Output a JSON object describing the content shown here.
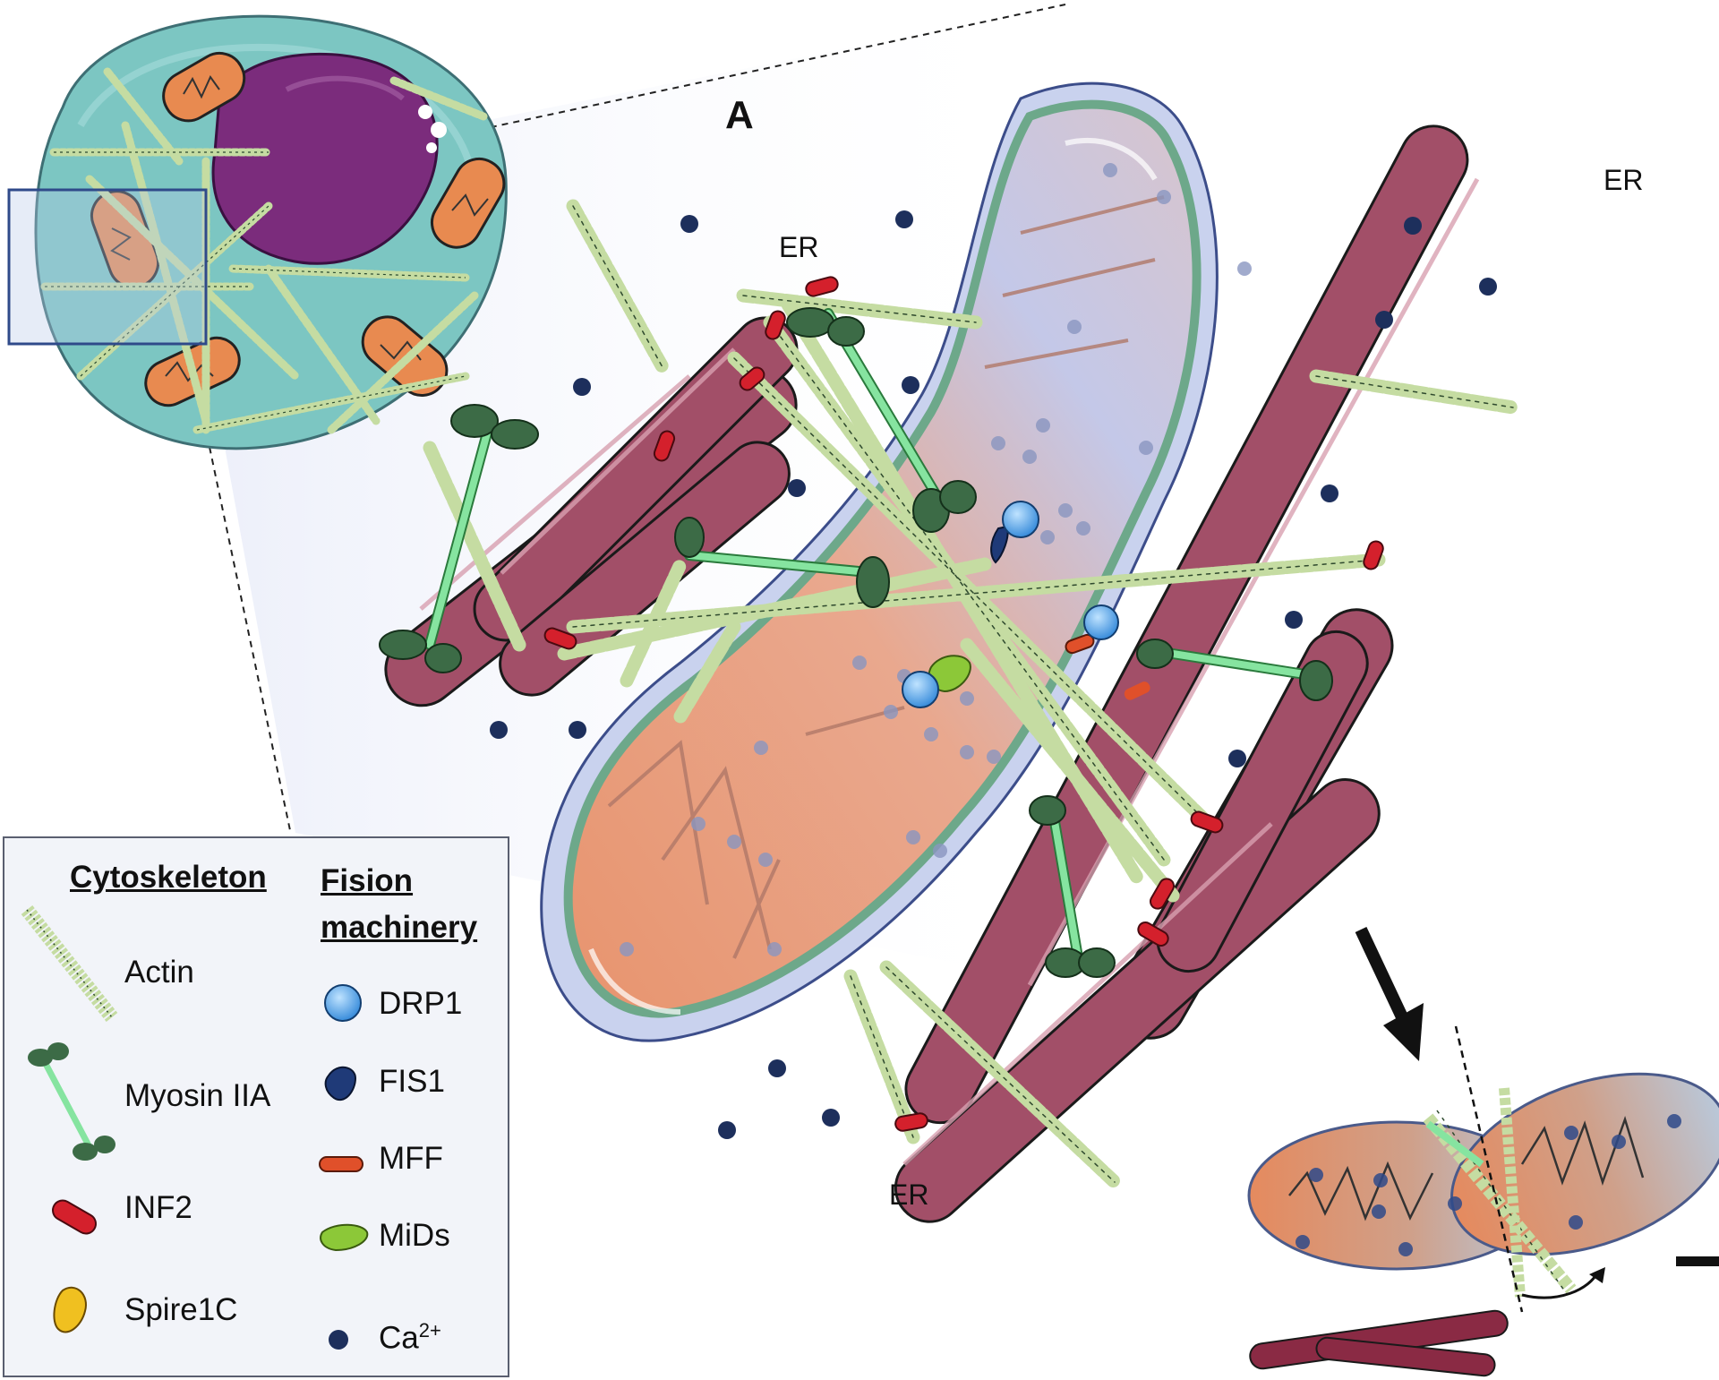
{
  "panel_label": "A",
  "er_labels": [
    "ER",
    "ER",
    "ER"
  ],
  "legend": {
    "col1_heading": "Cytoskeleton",
    "col2_heading_line1": "Fision",
    "col2_heading_line2": "machinery",
    "items": {
      "actin": "Actin",
      "myosin": "Myosin IIA",
      "inf2": "INF2",
      "spire": "Spire1C",
      "drp1": "DRP1",
      "fis1": "FIS1",
      "mff": "MFF",
      "mids": "MiDs",
      "ca_base": "Ca",
      "ca_sup": "2+"
    }
  },
  "colors": {
    "er": "#a04e66",
    "actin": "#c3d9a0",
    "myosin_head": "#3c6b46",
    "myosin_rod": "#7fe09a",
    "inf2": "#d4202c",
    "spire": "#f0c020",
    "drp1": "#3a98e8",
    "fis1": "#1f3a78",
    "mff": "#e0502a",
    "mids": "#8cc838",
    "calcium": "#1d2f5c",
    "mito_matrix": "#e89070",
    "cell": "#78c4c0",
    "nucleus": "#7a2a7a"
  }
}
